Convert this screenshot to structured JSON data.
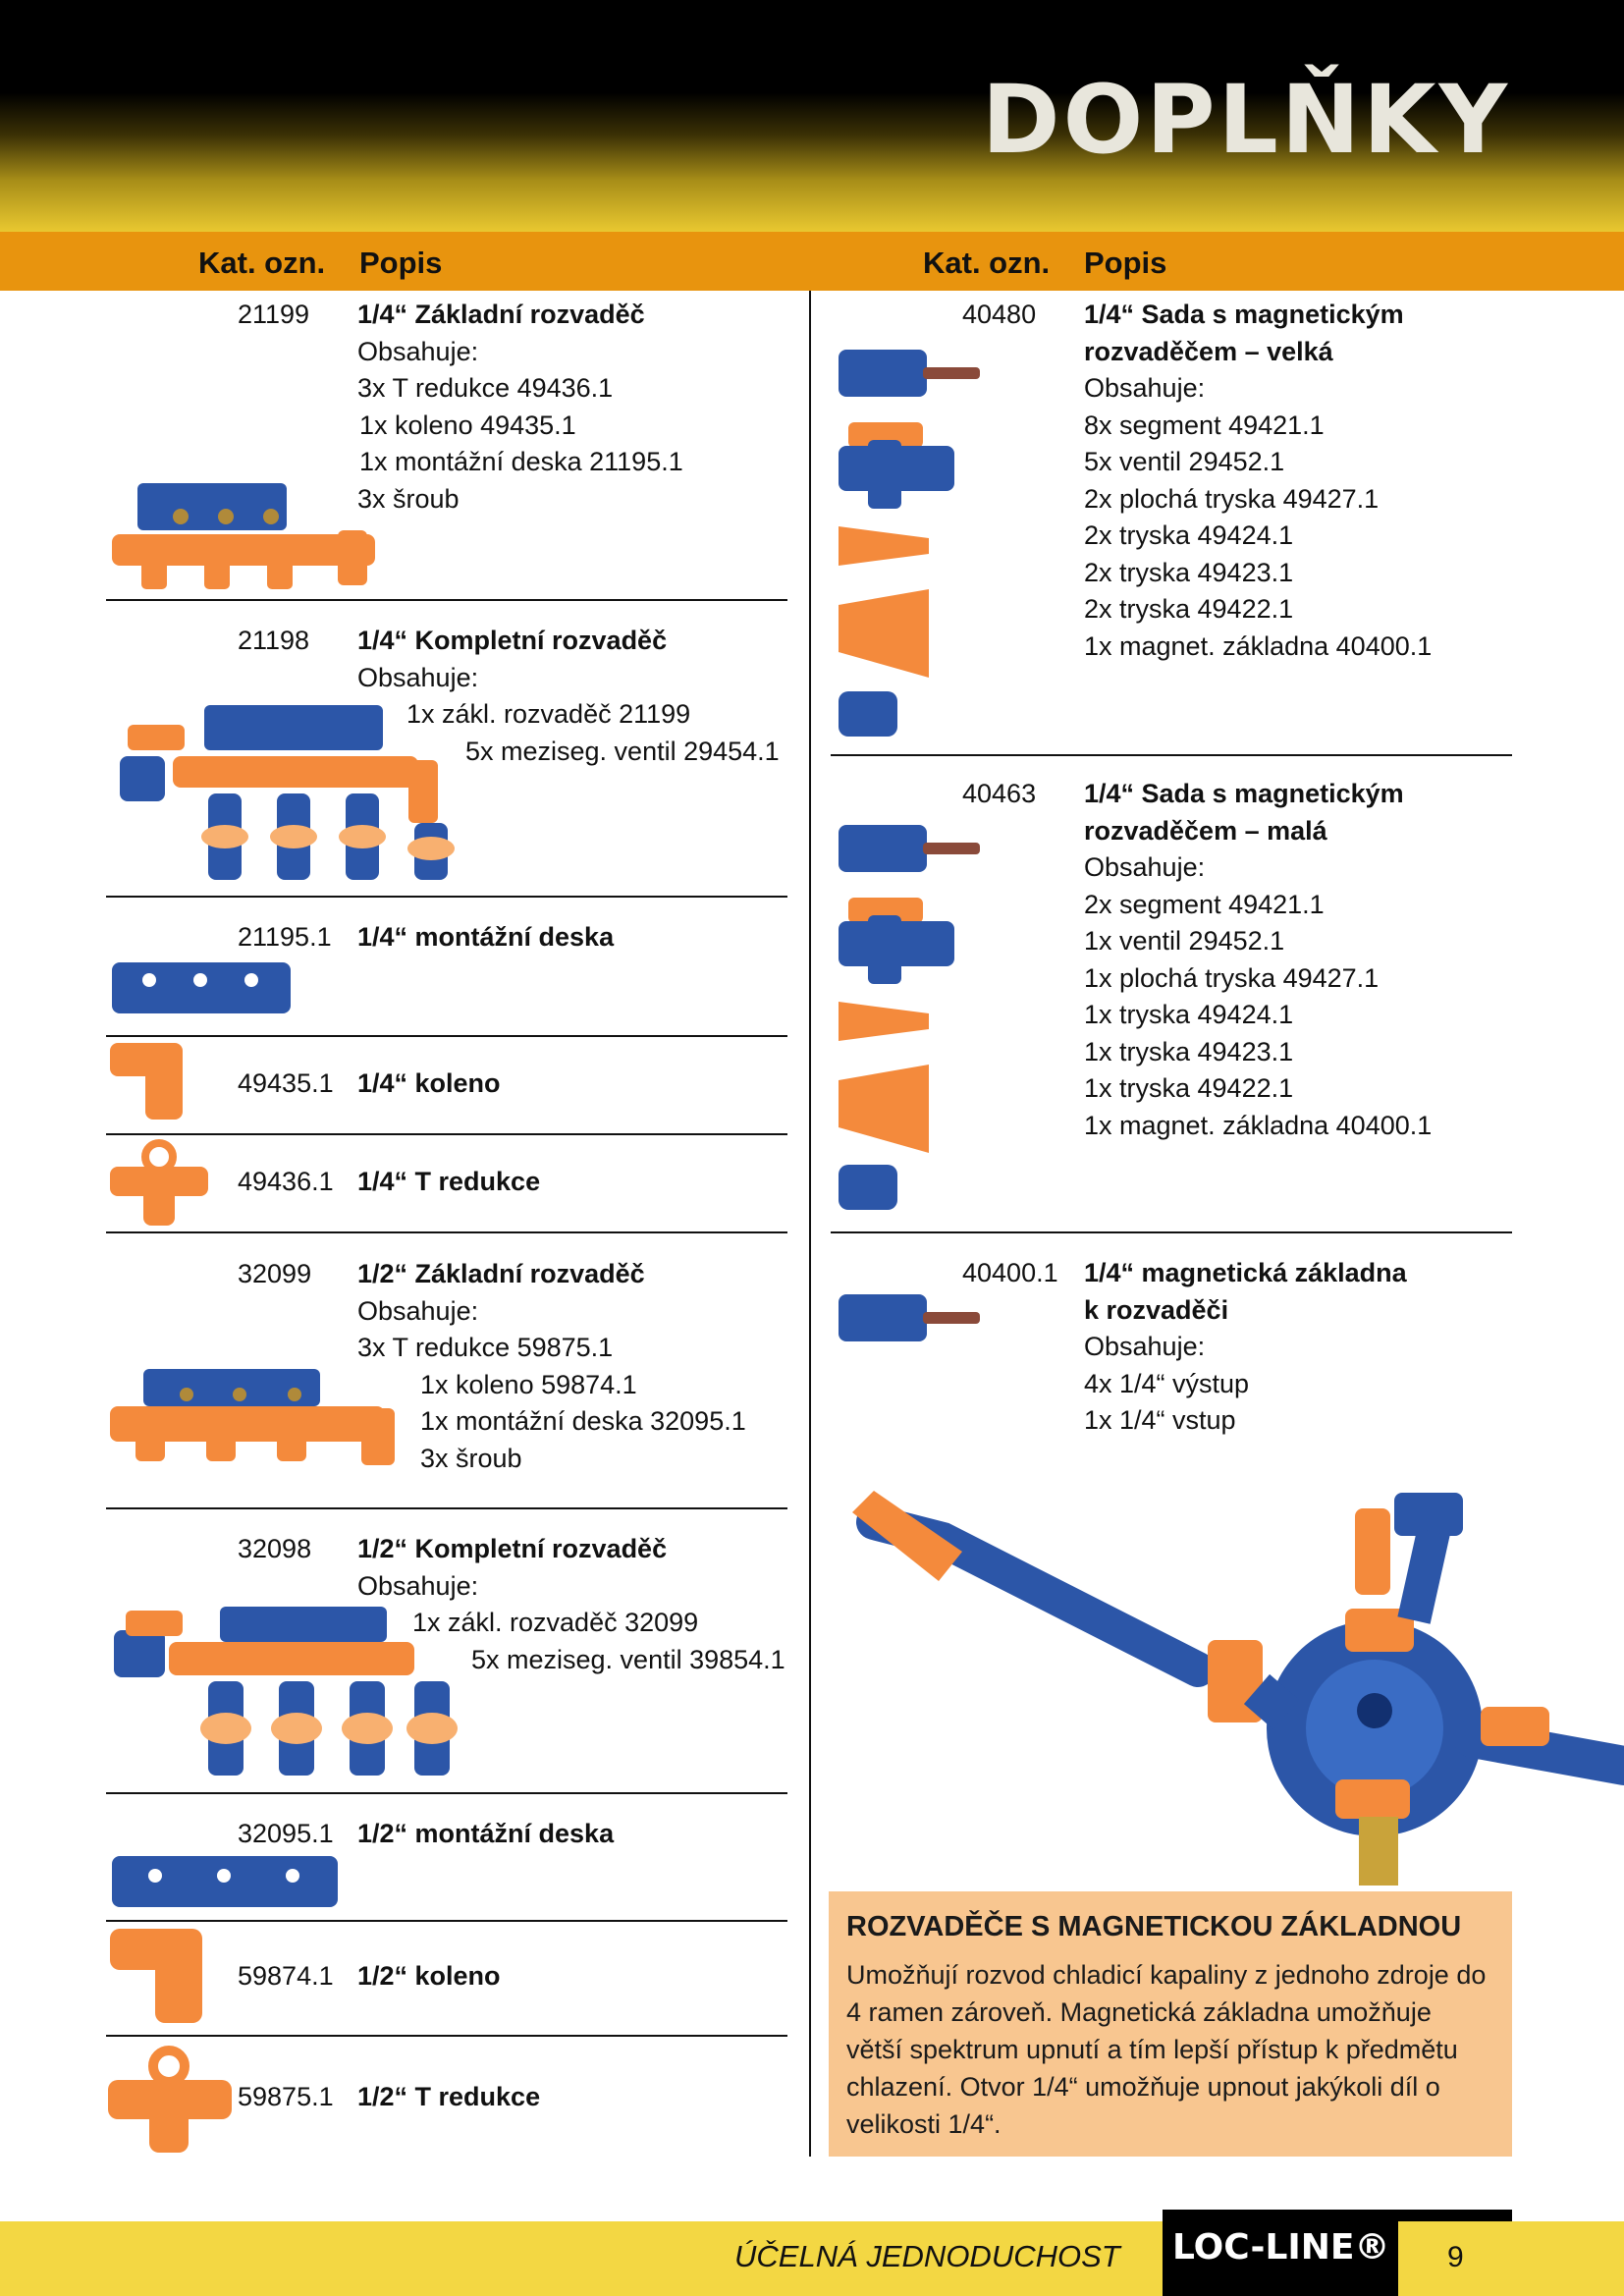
{
  "header": {
    "title": "DOPLŇKY"
  },
  "columns": {
    "code": "Kat. ozn.",
    "desc": "Popis"
  },
  "left_items": [
    {
      "code": "21199",
      "title": "1/4“ Základní rozvaděč",
      "lines": [
        "Obsahuje:",
        "3x T redukce 49436.1",
        "1x koleno 49435.1",
        "1x montážní deska 21195.1",
        "3x šroub"
      ]
    },
    {
      "code": "21198",
      "title": "1/4“ Kompletní rozvaděč",
      "lines": [
        "Obsahuje:",
        "1x zákl. rozvaděč 21199",
        "5x meziseg. ventil 29454.1"
      ]
    },
    {
      "code": "21195.1",
      "title": "1/4“ montážní deska",
      "lines": []
    },
    {
      "code": "49435.1",
      "title": "1/4“ koleno",
      "lines": []
    },
    {
      "code": "49436.1",
      "title": "1/4“ T redukce",
      "lines": []
    },
    {
      "code": "32099",
      "title": "1/2“ Základní rozvaděč",
      "lines": [
        "Obsahuje:",
        "3x T redukce 59875.1",
        "1x koleno 59874.1",
        "1x montážní deska 32095.1",
        "3x šroub"
      ]
    },
    {
      "code": "32098",
      "title": "1/2“ Kompletní rozvaděč",
      "lines": [
        "Obsahuje:",
        "1x zákl. rozvaděč 32099",
        "5x meziseg. ventil 39854.1"
      ]
    },
    {
      "code": "32095.1",
      "title": "1/2“ montážní deska",
      "lines": []
    },
    {
      "code": "59874.1",
      "title": "1/2“ koleno",
      "lines": []
    },
    {
      "code": "59875.1",
      "title": "1/2“ T redukce",
      "lines": []
    }
  ],
  "right_items": [
    {
      "code": "40480",
      "title": "1/4“ Sada s magnetickým",
      "lines": [
        "rozvaděčem – velká",
        "Obsahuje:",
        "8x segment 49421.1",
        "5x ventil 29452.1",
        "2x plochá tryska 49427.1",
        "2x tryska 49424.1",
        "2x tryska 49423.1",
        "2x tryska 49422.1",
        "1x magnet. základna 40400.1"
      ]
    },
    {
      "code": "40463",
      "title": "1/4“ Sada s magnetickým",
      "lines": [
        "rozvaděčem – malá",
        "Obsahuje:",
        "2x segment 49421.1",
        "1x ventil 29452.1",
        "1x plochá tryska 49427.1",
        "1x tryska 49424.1",
        "1x tryska 49423.1",
        "1x tryska 49422.1",
        "1x magnet. základna 40400.1"
      ]
    },
    {
      "code": "40400.1",
      "title": "1/4“ magnetická základna",
      "lines": [
        "k rozvaděči",
        "Obsahuje:",
        "4x 1/4“ výstup",
        "1x 1/4“ vstup"
      ]
    }
  ],
  "info": {
    "heading": "ROZVADĚČE S MAGNETICKOU ZÁKLADNOU",
    "text": "Umožňují rozvod chladicí kapaliny z jednoho zdroje do 4 ramen zároveň. Magnetická základna umožňuje větší spektrum upnutí a tím lepší přístup k předmětu chlazení. Otvor 1/4“ umožňuje upnout jakýkoli díl o velikosti 1/4“."
  },
  "footer": {
    "slogan": "ÚČELNÁ JEDNODUCHOST",
    "brand": "LOC-LINE®",
    "page": "9"
  },
  "colors": {
    "orange": "#f48a3c",
    "blue": "#2c56a8",
    "band": "#e8940e",
    "footer": "#f3d743"
  }
}
